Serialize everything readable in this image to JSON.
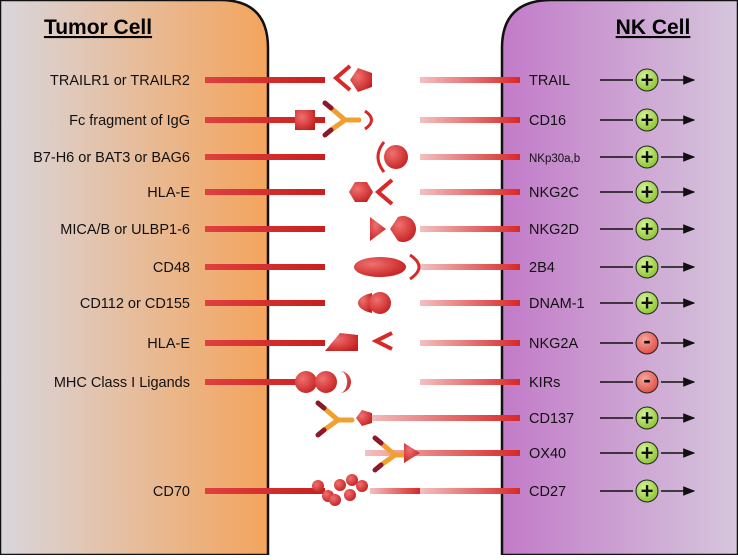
{
  "tumor_title": "Tumor Cell",
  "nk_title": "NK Cell",
  "colors": {
    "tumor_fill_start": "#d9d6dd",
    "tumor_fill_end": "#f4a45c",
    "nk_fill_start": "#c27bc8",
    "nk_fill_end": "#d6c6dc",
    "receptor_red": "#d82828",
    "activating_sign": "#9ad63a",
    "inhibitory_sign": "#e6584a"
  },
  "rows": [
    {
      "ligand": "TRAILR1 or TRAILR2",
      "receptor": "TRAIL",
      "signal": "+",
      "icon": "pentagon-into-chevron"
    },
    {
      "ligand": "Fc fragment of IgG",
      "receptor": "CD16",
      "signal": "+",
      "icon": "antibody-fc-bridge"
    },
    {
      "ligand": "B7-H6 or BAT3 or BAG6",
      "receptor": "NKp30a,b",
      "signal": "+",
      "icon": "circle-in-cup"
    },
    {
      "ligand": "HLA-E",
      "receptor": "NKG2C",
      "signal": "+",
      "icon": "hexagon-into-chevron"
    },
    {
      "ligand": "MICA/B or ULBP1-6",
      "receptor": "NKG2D",
      "signal": "+",
      "icon": "triangle-into-pacman"
    },
    {
      "ligand": "CD48",
      "receptor": "2B4",
      "signal": "+",
      "icon": "ellipse-in-cup"
    },
    {
      "ligand": "CD112 or CD155",
      "receptor": "DNAM-1",
      "signal": "+",
      "icon": "half-disc-pair"
    },
    {
      "ligand": "HLA-E",
      "receptor": "NKG2A",
      "signal": "-",
      "icon": "trapezoid-into-chevron"
    },
    {
      "ligand": "MHC Class I Ligands",
      "receptor": "KIRs",
      "signal": "-",
      "icon": "triple-circle"
    },
    {
      "ligand": "",
      "receptor": "CD137",
      "signal": "+",
      "icon": "antibody-agonist"
    },
    {
      "ligand": "",
      "receptor": "OX40",
      "signal": "+",
      "icon": "antibody-agonist"
    },
    {
      "ligand": "CD70",
      "receptor": "CD27",
      "signal": "+",
      "icon": "trimer-cluster"
    }
  ]
}
